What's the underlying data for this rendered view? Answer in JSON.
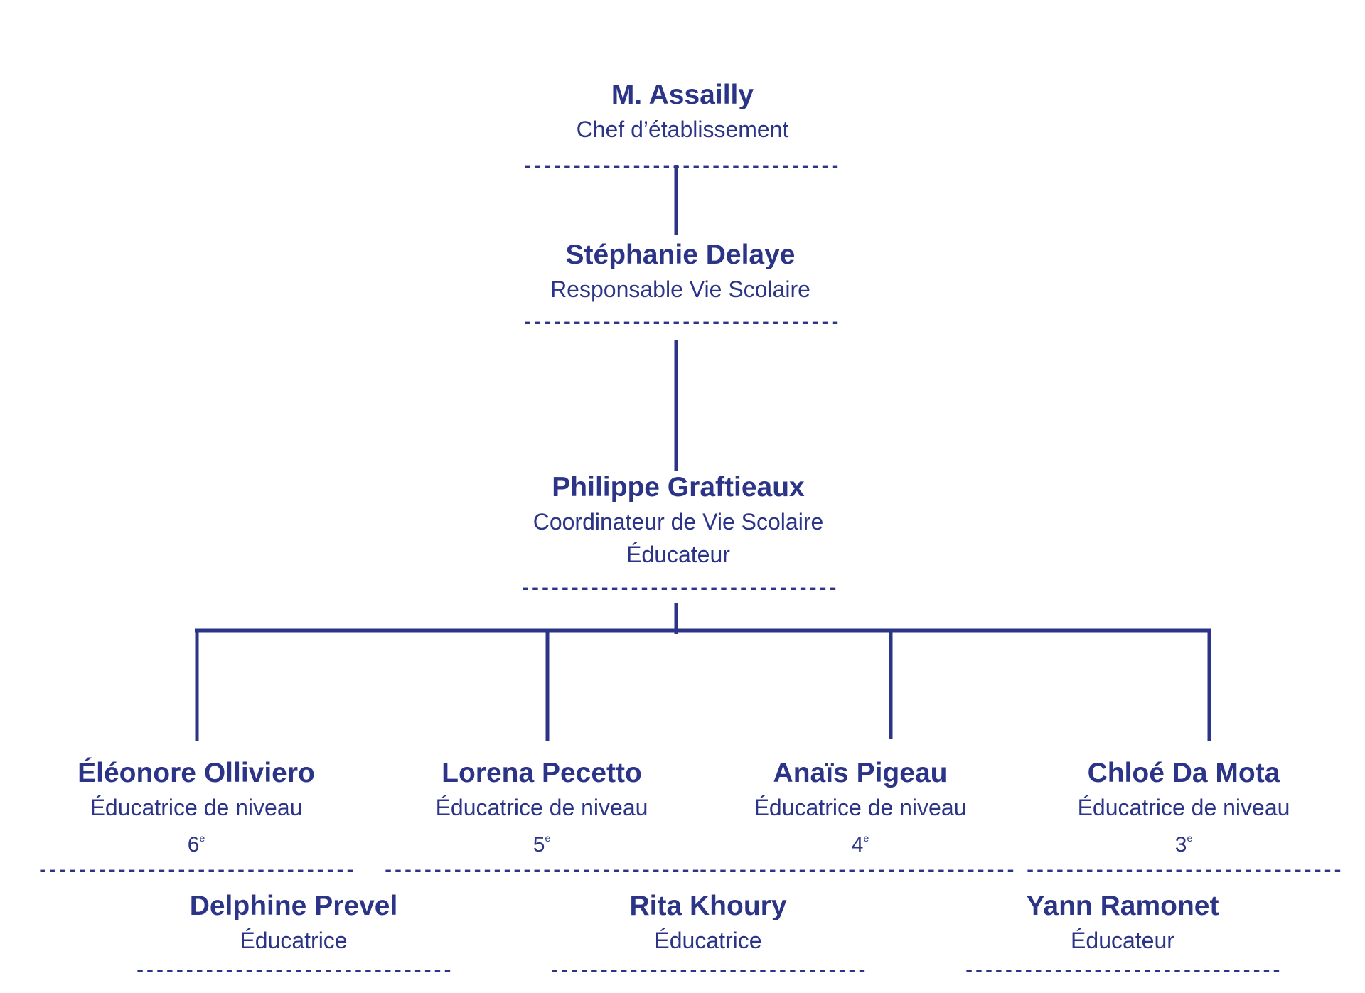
{
  "colors": {
    "primary": "#2b3486",
    "background": "#ffffff"
  },
  "separator": "--------------------------------",
  "nodes": {
    "assailly": {
      "name": "M. Assailly",
      "roles": [
        "Chef d’établissement"
      ]
    },
    "delaye": {
      "name": "Stéphanie Delaye",
      "roles": [
        "Responsable Vie Scolaire"
      ]
    },
    "graftieaux": {
      "name": "Philippe Graftieaux",
      "roles": [
        "Coordinateur de Vie Scolaire",
        "Éducateur"
      ]
    },
    "olliviero": {
      "name": "Éléonore Olliviero",
      "roles": [
        "Éducatrice de niveau"
      ],
      "level": "6",
      "level_suffix": "e"
    },
    "pecetto": {
      "name": "Lorena Pecetto",
      "roles": [
        "Éducatrice de niveau"
      ],
      "level": "5",
      "level_suffix": "e"
    },
    "pigeau": {
      "name": "Anaïs Pigeau",
      "roles": [
        "Éducatrice de niveau"
      ],
      "level": "4",
      "level_suffix": "e"
    },
    "damota": {
      "name": "Chloé Da Mota",
      "roles": [
        "Éducatrice de niveau"
      ],
      "level": "3",
      "level_suffix": "e"
    },
    "prevel": {
      "name": "Delphine Prevel",
      "roles": [
        "Éducatrice"
      ]
    },
    "khoury": {
      "name": "Rita Khoury",
      "roles": [
        "Éducatrice"
      ]
    },
    "ramonet": {
      "name": "Yann Ramonet",
      "roles": [
        "Éducateur"
      ]
    }
  }
}
